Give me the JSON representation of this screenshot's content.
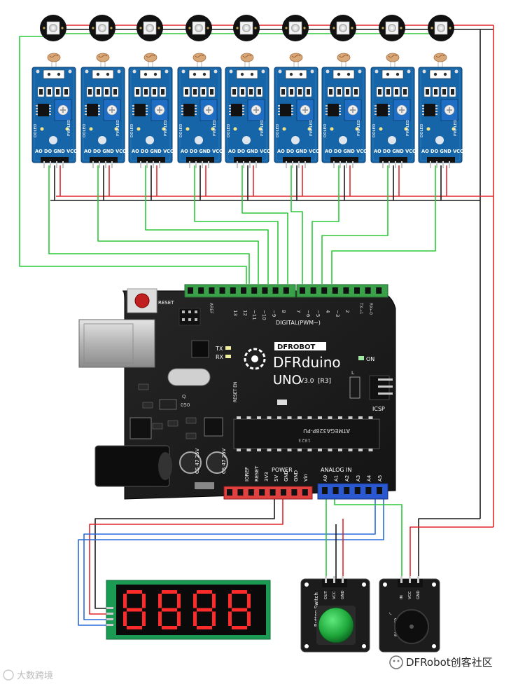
{
  "colors": {
    "wire_red": "#e0262a",
    "wire_black": "#1a1a1a",
    "wire_green": "#2bc83a",
    "wire_blue": "#2a6ad8",
    "module_blue": "#1565a8",
    "board_black": "#1e1e1e",
    "header_green": "#3aa04a",
    "header_red": "#e04040",
    "header_blue": "#2a58d0",
    "segment_red": "#ff2a2a"
  },
  "leds": {
    "count": 9
  },
  "light_sensors": {
    "count": 9,
    "pin_labels": "AO DO GND VCC",
    "side_label_1": "DOLED",
    "side_label_2": "PWRLED"
  },
  "board": {
    "brand": "DFROBOT",
    "name": "DFRduino",
    "model": "UNO",
    "version": "V3.0",
    "revision": "[R3]",
    "reset_label": "RESET",
    "reset_en_label": "RESET EN",
    "digital_label": "DIGITAL(PWM~)",
    "tx_label": "TX",
    "rx_label": "RX",
    "on_label": "ON",
    "icsp_label": "ICSP",
    "l_label": "L",
    "aref_label": "AREF",
    "tx1_label": "TX→1",
    "rx0_label": "RX←0",
    "digital_pins": [
      "13",
      "12",
      "~11",
      "~10",
      "~9",
      "8",
      "7",
      "~6",
      "~5",
      "4",
      "~3",
      "2"
    ],
    "chip_label": "ATMEGA328P-PU",
    "chip_sub_label": "1823",
    "crystal_label": "Q",
    "reg_label": "050",
    "cap_label_1": "CS 47 25V",
    "cap_label_2": "CS 47 25V",
    "power_header_label": "POWER",
    "analog_header_label": "ANALOG IN",
    "power_pins": [
      "IOREF",
      "RESET",
      "3V3",
      "5V",
      "GND",
      "GND",
      "Vin"
    ],
    "analog_pins": [
      "A0",
      "A1",
      "A2",
      "A3",
      "A4",
      "A5"
    ]
  },
  "display": {
    "digits": "8888"
  },
  "button_module": {
    "label": "Button Switch",
    "pins": [
      "OUT",
      "VCC",
      "GND"
    ]
  },
  "buzzer_module": {
    "label": "BUZZER",
    "pins": [
      "IN",
      "VCC",
      "GND"
    ]
  },
  "watermarks": {
    "left": "大数跨境",
    "right": "DFRobot创客社区"
  }
}
